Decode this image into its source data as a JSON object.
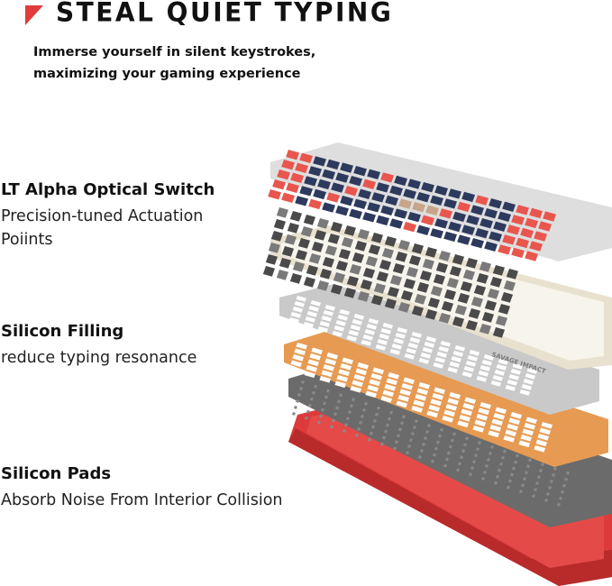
{
  "header": {
    "title": "STEAL QUIET TYPING",
    "subtitle_line1": "Immerse yourself in silent keystrokes,",
    "subtitle_line2": "maximizing your gaming experience"
  },
  "features": [
    {
      "title": "LT Alpha Optical Switch",
      "desc_line1": "Precision-tuned Actuation",
      "desc_line2": "Poiints"
    },
    {
      "title": "Silicon Filling",
      "desc_line1": "reduce typing resonance"
    },
    {
      "title": "Silicon Pads",
      "desc_line1": "Absorb Noise From Interior Collision"
    }
  ],
  "product": {
    "frame_brand": "SAVAGE IMPACT"
  },
  "colors": {
    "accent_red": "#e23b3b",
    "keycap_navy": "#2d3a5e",
    "keycap_coral": "#e8564e",
    "switch_gray": "#4a4a4a",
    "frame_cream": "#e9e1cf",
    "plate_silver": "#c9c9c9",
    "plate_orange": "#e79a52",
    "plate_dark": "#6b6b6b",
    "case_red": "#dd3b3b"
  }
}
